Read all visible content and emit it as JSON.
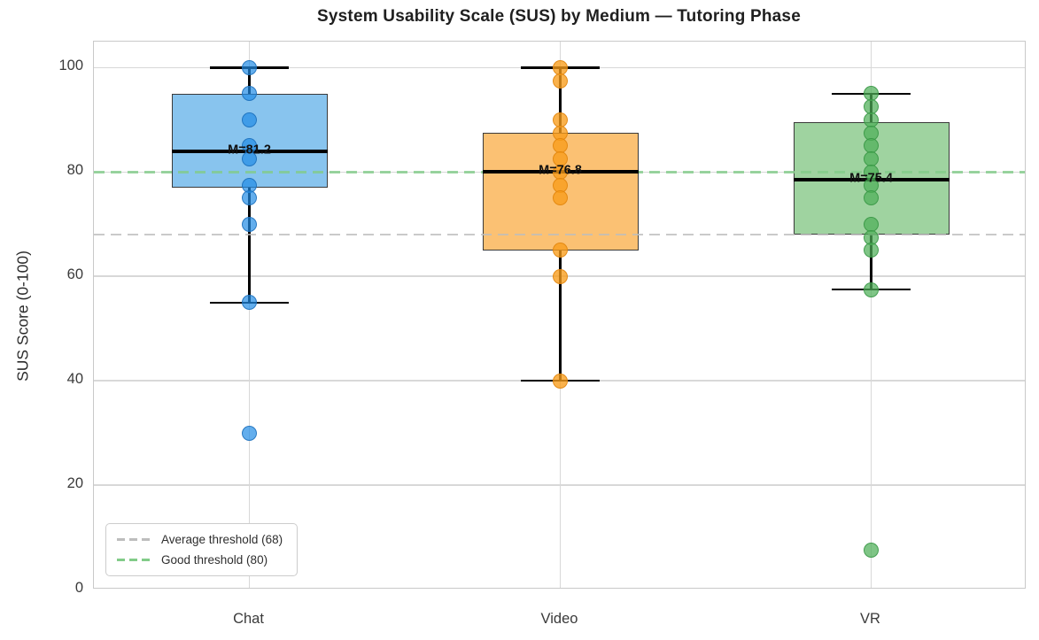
{
  "chart_data": {
    "type": "box",
    "title": "System Usability Scale (SUS) by Medium — Tutoring Phase",
    "ylabel": "SUS Score (0-100)",
    "categories": [
      "Chat",
      "Video",
      "VR"
    ],
    "ylim": [
      0,
      105
    ],
    "yticks": [
      0,
      20,
      40,
      60,
      80,
      100
    ],
    "grid": true,
    "legend_position": "lower-left",
    "groups": [
      {
        "label": "Chat",
        "box_fill": "#88C4EE",
        "box_edge": "#3a3a3a",
        "point_fill": "rgba(33,140,229,0.70)",
        "point_edge": "rgba(26,108,182,0.80)",
        "whisker_low": 55,
        "q1": 77,
        "median": 84,
        "q3": 95,
        "whisker_high": 100,
        "mean_label": "M=81.2",
        "points": [
          100,
          95,
          90,
          85,
          82.5,
          77.5,
          75,
          70,
          55,
          30
        ]
      },
      {
        "label": "Video",
        "box_fill": "#FBC173",
        "box_edge": "#3a3a3a",
        "point_fill": "rgba(249,156,25,0.78)",
        "point_edge": "rgba(222,130,10,0.80)",
        "whisker_low": 40,
        "q1": 65,
        "median": 80,
        "q3": 87.5,
        "whisker_high": 100,
        "mean_label": "M=76.8",
        "points": [
          100,
          97.5,
          90,
          87.5,
          85,
          82.5,
          80,
          77.5,
          75,
          65,
          60,
          40
        ]
      },
      {
        "label": "VR",
        "box_fill": "#9FD3A0",
        "box_edge": "#3a3a3a",
        "point_fill": "rgba(77,175,87,0.72)",
        "point_edge": "rgba(52,148,66,0.80)",
        "whisker_low": 57.5,
        "q1": 68,
        "median": 78.6,
        "q3": 89.5,
        "whisker_high": 95,
        "mean_label": "M=75.4",
        "points": [
          95,
          92.5,
          90,
          87.5,
          85,
          82.5,
          80,
          77.5,
          75,
          70,
          67.5,
          65,
          57.5,
          7.5
        ]
      }
    ],
    "thresholds": [
      {
        "label": "Average threshold (68)",
        "value": 68,
        "color": "#BDBDBD"
      },
      {
        "label": "Good threshold (80)",
        "value": 80,
        "color": "#82CC89"
      }
    ]
  }
}
